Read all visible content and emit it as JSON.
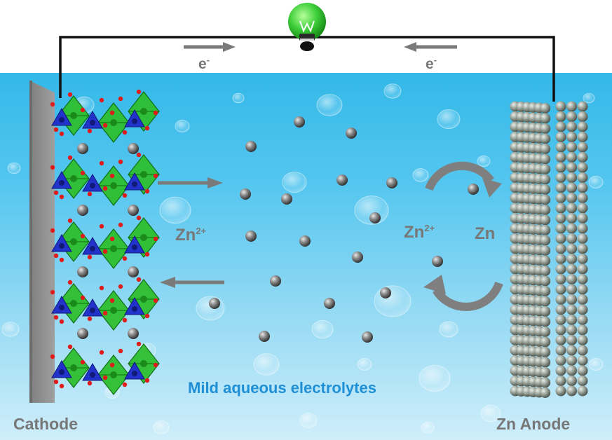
{
  "labels": {
    "electron_left": "e",
    "electron_left_sup": "-",
    "electron_right": "e",
    "electron_right_sup": "-",
    "zn_ion_left": "Zn",
    "zn_ion_left_sup": "2+",
    "zn_ion_right": "Zn",
    "zn_ion_right_sup": "2+",
    "zn_metal": "Zn",
    "electrolyte": "Mild aqueous electrolytes",
    "cathode": "Cathode",
    "anode": "Zn Anode"
  },
  "colors": {
    "electrolyte_top": "#33b8e8",
    "electrolyte_bottom": "#cfeefa",
    "electrolyte_text": "#1f8fd6",
    "label_gray": "#777777",
    "wire": "#111111",
    "bulb_green": "#3ecf3a",
    "octahedron_green": "#2fbf2f",
    "tetrahedron_blue": "#2233cc",
    "oxygen_red": "#e01b1b",
    "zn_ion": "#808080",
    "anode_sphere": "#9aa39a"
  },
  "icons": {
    "bulb": "light-bulb-icon",
    "zn_ion": "zinc-ion-sphere",
    "oxygen": "oxygen-atom",
    "cycle": "circular-arrow"
  }
}
